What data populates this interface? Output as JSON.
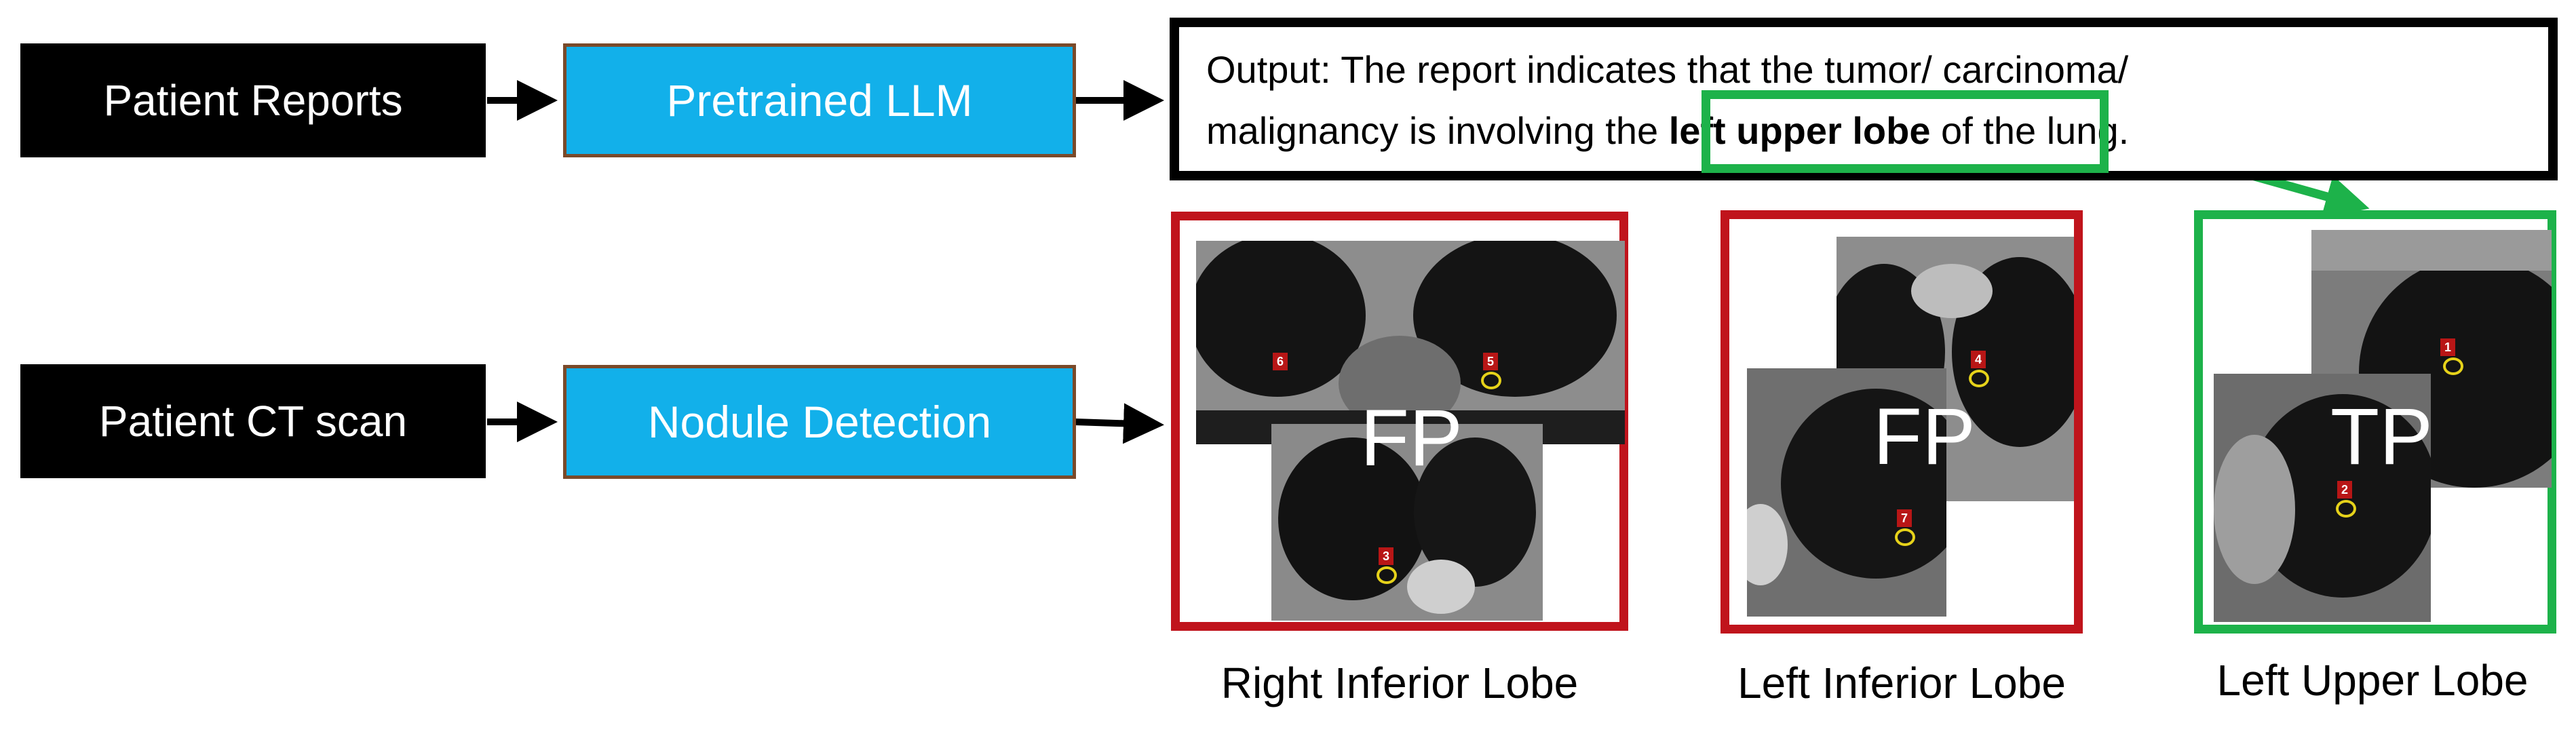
{
  "inputs": {
    "reports_label": "Patient Reports",
    "ct_label": "Patient CT scan"
  },
  "models": {
    "llm_label": "Pretrained LLM",
    "detection_label": "Nodule Detection"
  },
  "output": {
    "prefix": "Output: The report indicates that the tumor/ carcinoma/",
    "line2_start": "malignancy is involving the ",
    "highlight": "left upper lobe",
    "line2_end": " of the lung."
  },
  "panels": [
    {
      "result": "FP",
      "caption": "Right Inferior Lobe",
      "markers": [
        "6",
        "5",
        "3"
      ]
    },
    {
      "result": "FP",
      "caption": "Left Inferior Lobe",
      "markers": [
        "4",
        "7"
      ]
    },
    {
      "result": "TP",
      "caption": "Left Upper Lobe",
      "markers": [
        "1",
        "2"
      ]
    }
  ],
  "colors": {
    "black": "#000000",
    "llm_blue": "#12b0ea",
    "false_positive_red": "#c0141c",
    "true_positive_green": "#1db24a",
    "marker_red": "#b81616",
    "ring_yellow": "#e6d21a"
  }
}
